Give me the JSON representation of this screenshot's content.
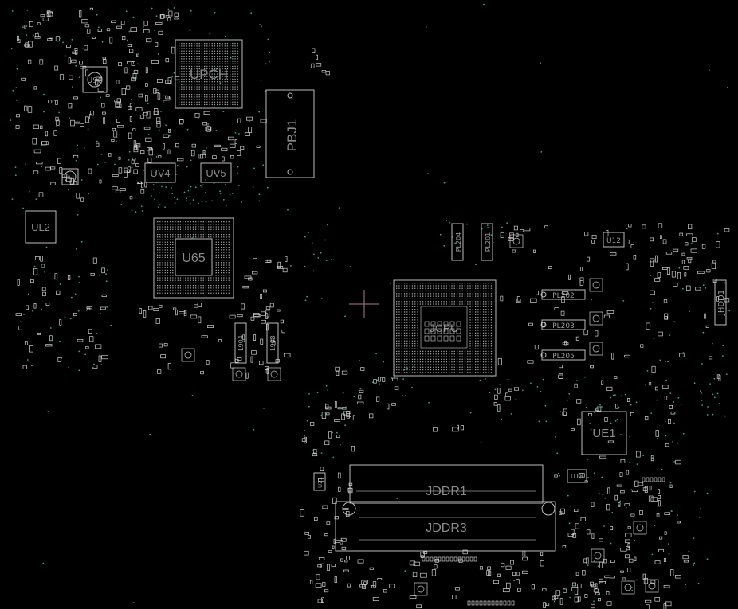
{
  "viewer": {
    "background": "#000000",
    "outline_color": "#bdbdbd",
    "label_color": "#8a8a8a",
    "via_color": "#2fa58c",
    "cursor_color": "#b07a8a"
  },
  "components": {
    "upch": "UPCH",
    "pbj1": "PBJ1",
    "u90": "U90",
    "uv4": "UV4",
    "uv5": "UV5",
    "ul2": "UL2",
    "ul1": "UL1",
    "u65": "U65",
    "jcpu": "JCPU",
    "pl204": "PL204",
    "pl201": "PL201",
    "pl202": "PL202",
    "pl203": "PL203",
    "pl205": "PL205",
    "u12": "U12",
    "jhdd1": "JHDD1",
    "ue1": "UE1",
    "jddr1": "JDDR1",
    "jddr3": "JDDR3",
    "u18": "U18",
    "u21": "U21",
    "l904": "L904",
    "l903": "L903",
    "pl203c": "PL203"
  }
}
